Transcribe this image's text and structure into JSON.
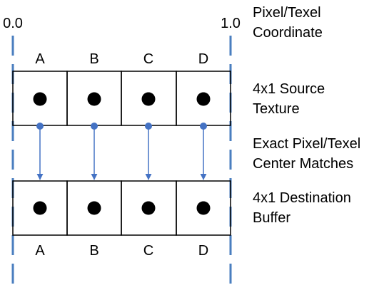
{
  "coords": {
    "start": "0.0",
    "end": "1.0"
  },
  "source_labels": [
    "A",
    "B",
    "C",
    "D"
  ],
  "dest_labels": [
    "A",
    "B",
    "C",
    "D"
  ],
  "captions": {
    "coord_line1": "Pixel/Texel",
    "coord_line2": "Coordinate",
    "source_line1": "4x1 Source",
    "source_line2": "Texture",
    "match_line1": "Exact Pixel/Texel",
    "match_line2": "Center Matches",
    "dest_line1": "4x1 Destination",
    "dest_line2": "Buffer"
  },
  "colors": {
    "axis": "#4a7ebf",
    "arrow": "#4472c4",
    "cell_border": "#000000",
    "dot": "#000000"
  }
}
